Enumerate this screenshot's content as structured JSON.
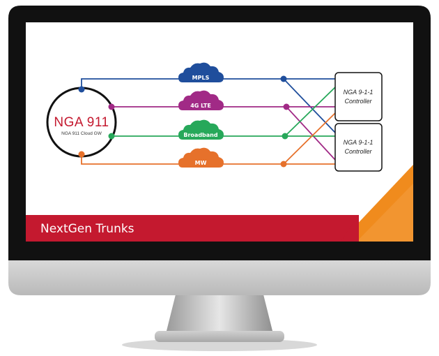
{
  "colors": {
    "bezel": "#111111",
    "screen_bg": "#ffffff",
    "mpls": "#1f4e9c",
    "lte": "#a12a86",
    "broadband": "#27a85a",
    "mw": "#e6712b",
    "banner": "#c4192f",
    "accent_orange": "#f08b1d",
    "brand_red": "#c4192f"
  },
  "gateway": {
    "logo_text": "NGA 911",
    "subtitle": "NGA 911 Cloud GW"
  },
  "links": [
    {
      "id": "mpls",
      "label": "MPLS",
      "color_key": "mpls"
    },
    {
      "id": "lte",
      "label": "4G LTE",
      "color_key": "lte"
    },
    {
      "id": "broadband",
      "label": "Broadband",
      "color_key": "broadband"
    },
    {
      "id": "mw",
      "label": "MW",
      "color_key": "mw"
    }
  ],
  "controllers": [
    {
      "line1": "NGA 9-1-1",
      "line2": "Controller"
    },
    {
      "line1": "NGA 9-1-1",
      "line2": "Controller"
    }
  ],
  "banner": {
    "title": "NextGen Trunks"
  }
}
